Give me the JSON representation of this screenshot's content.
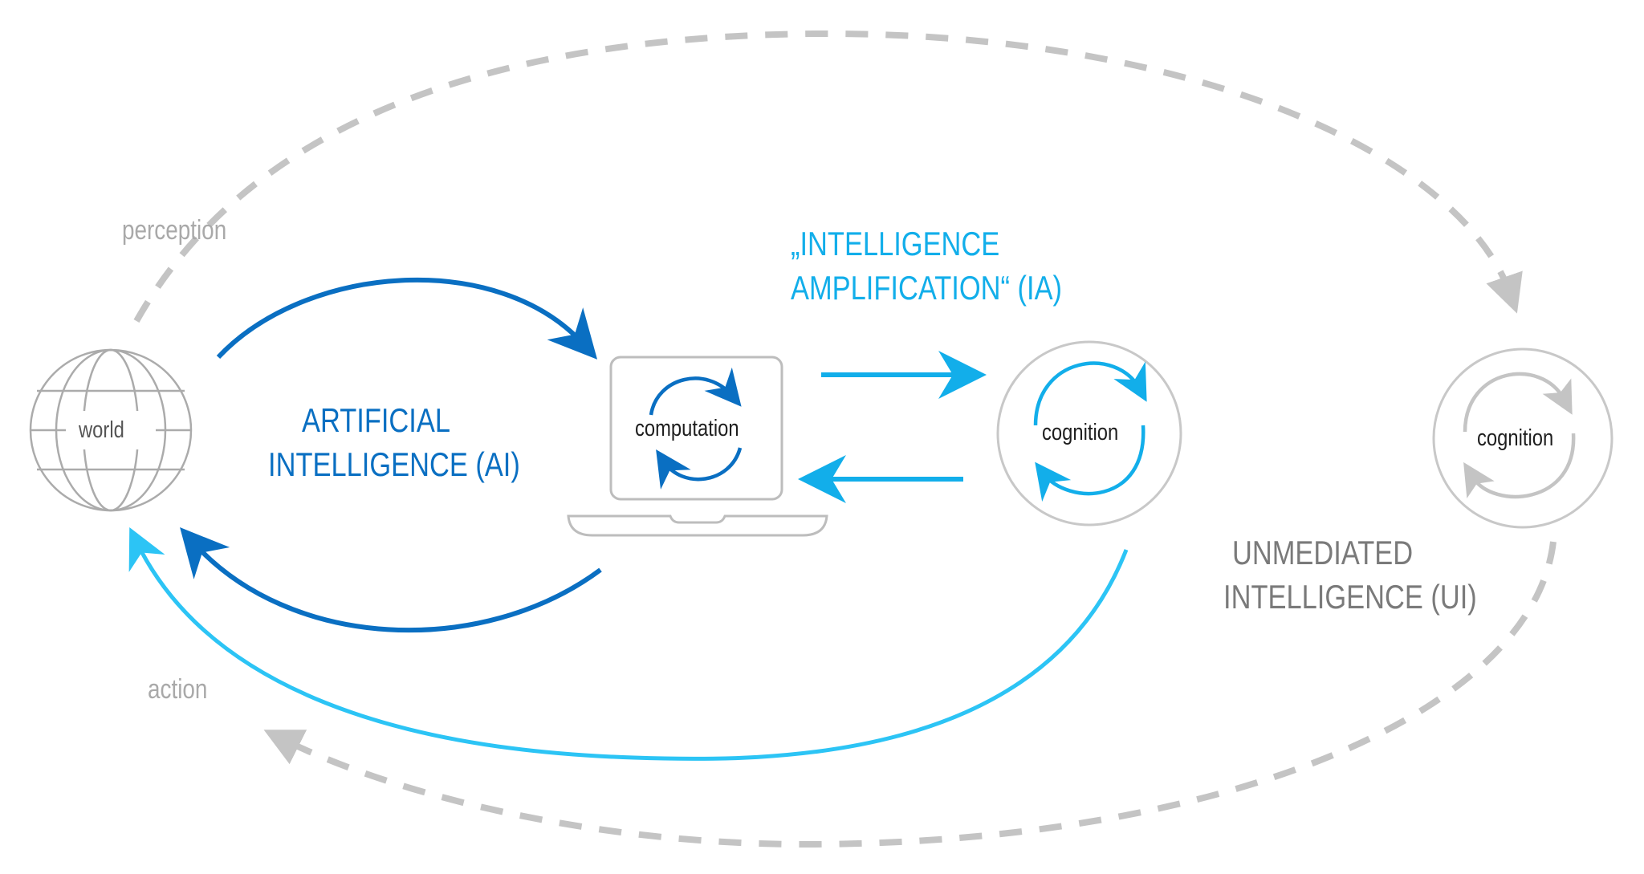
{
  "diagram": {
    "title": "Artificial vs. amplified vs. unmediated intelligence",
    "colors": {
      "ai_blue": "#0a6fc2",
      "ia_blue": "#12aeea",
      "action_blue": "#2cc4f5",
      "gray_line": "#c4c4c4",
      "gray_text": "#a9a9a9",
      "dark_gray_text": "#7a7a7a",
      "node_text": "#222222",
      "outline": "#bdbdbd"
    },
    "nodes": {
      "world": {
        "label": "world",
        "icon": "globe-icon"
      },
      "computation": {
        "label": "computation",
        "icon": "laptop-icon"
      },
      "cognition_ia": {
        "label": "cognition",
        "icon": "cycle-icon"
      },
      "cognition_ui": {
        "label": "cognition",
        "icon": "cycle-icon"
      }
    },
    "labels": {
      "perception": "perception",
      "action": "action",
      "ai_line1": "ARTIFICIAL",
      "ai_line2": "INTELLIGENCE (AI)",
      "ia_line1": "„INTELLIGENCE",
      "ia_line2": "AMPLIFICATION“ (IA)",
      "ui_line1": "UNMEDIATED",
      "ui_line2": "INTELLIGENCE (UI)"
    },
    "edges": [
      {
        "from": "world",
        "to": "computation",
        "style": "solid",
        "color": "ai_blue"
      },
      {
        "from": "computation",
        "to": "world",
        "style": "solid",
        "color": "ai_blue"
      },
      {
        "from": "computation",
        "to": "cognition_ia",
        "style": "solid",
        "color": "ia_blue"
      },
      {
        "from": "cognition_ia",
        "to": "computation",
        "style": "solid",
        "color": "ia_blue"
      },
      {
        "from": "cognition_ia",
        "to": "world",
        "style": "solid",
        "color": "action_blue"
      },
      {
        "from": "world",
        "to": "cognition_ui",
        "style": "dashed",
        "color": "gray_line",
        "label": "perception"
      },
      {
        "from": "cognition_ui",
        "to": "world",
        "style": "dashed",
        "color": "gray_line",
        "label": "action"
      }
    ]
  }
}
